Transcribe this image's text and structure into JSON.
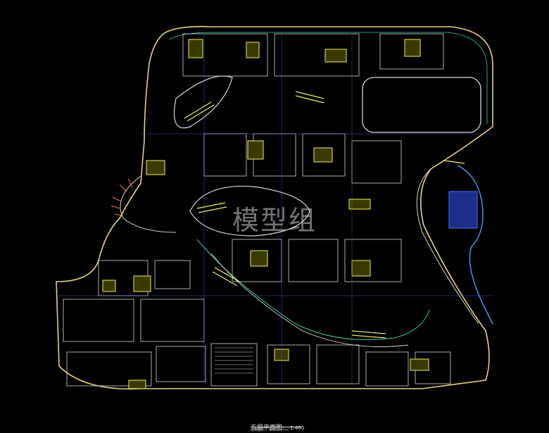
{
  "drawing": {
    "title": "五层平面图",
    "scale": "1:400",
    "area_note": "建筑面积：32201.47m²",
    "watermark": "模型组"
  },
  "colors": {
    "background": "#000000",
    "outline": "#e8d27a",
    "wall": "#d8d8d8",
    "corridor": "#2fd4a0",
    "stair": "#f0f060",
    "grid": "#4d6bff",
    "water": "#3aa0ff",
    "annotation": "#ff6a3a"
  }
}
